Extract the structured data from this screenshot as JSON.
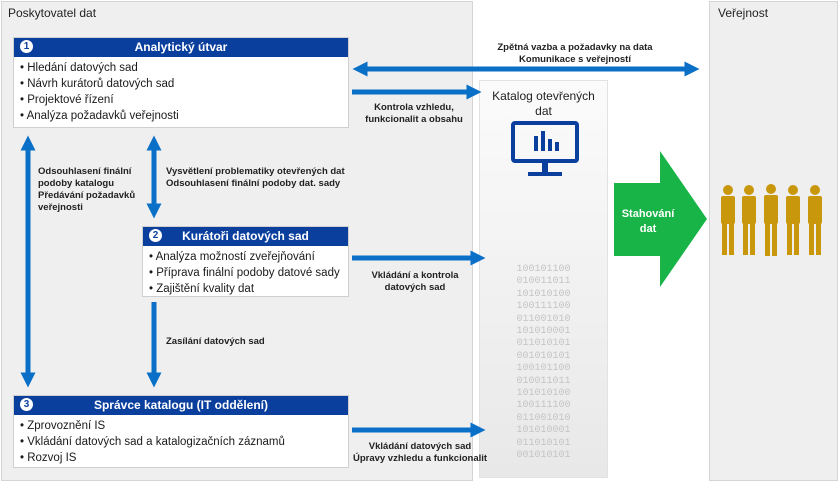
{
  "panels": {
    "provider_title": "Poskytovatel dat",
    "public_title": "Veřejnost"
  },
  "analytic": {
    "num": "1",
    "title": "Analytický útvar",
    "items": [
      "Hledání datových sad",
      "Návrh kurátorů datových sad",
      "Projektové řízení",
      "Analýza požadavků veřejnosti"
    ]
  },
  "curators": {
    "num": "2",
    "title": "Kurátoři datových sad",
    "items": [
      "Analýza možností zveřejňování",
      "Příprava finální podoby datové sady",
      "Zajištění kvality dat"
    ]
  },
  "admin": {
    "num": "3",
    "title": "Správce katalogu (IT oddělení)",
    "items": [
      "Zprovoznění IS",
      "Vkládání datových sad a katalogizačních záznamů",
      "Rozvoj IS"
    ]
  },
  "catalog": {
    "title_line1": "Katalog otevřených",
    "title_line2": "dat",
    "binary": [
      "100101100",
      "010011011",
      "101010100",
      "100111100",
      "011001010",
      "101010001",
      "011010101",
      "001010101",
      "100101100",
      "010011011",
      "101010100",
      "100111100",
      "011001010",
      "101010001",
      "011010101",
      "001010101"
    ]
  },
  "labels": {
    "feedback_1": "Zpětná vazba a požadavky na data",
    "feedback_2": "Komunikace s veřejností",
    "control_1": "Kontrola vzhledu,",
    "control_2": "funkcionalit a obsahu",
    "left_1": "Odsouhlasení finální",
    "left_2": "podoby katalogu",
    "left_3": "Předávání požadavků",
    "left_4": "veřejnosti",
    "mid_1": "Vysvětlení problematiky otevřených dat",
    "mid_2": "Odsouhlasení finální podoby dat. sady",
    "insert_1": "Vkládání a kontrola",
    "insert_2": "datových sad",
    "send": "Zasílání datových sad",
    "bottom_1": "Vkládání datových sad",
    "bottom_2": "Úpravy vzhledu a funkcionalit",
    "download_1": "Stahování",
    "download_2": "dat"
  },
  "colors": {
    "primary_blue": "#0b3f9e",
    "arrow_blue": "#0a6fc6",
    "download_green": "#19b447",
    "people_gold": "#c9970c"
  },
  "icons": {
    "monitor": "monitor-chart-icon",
    "people": "people-group-icon"
  }
}
